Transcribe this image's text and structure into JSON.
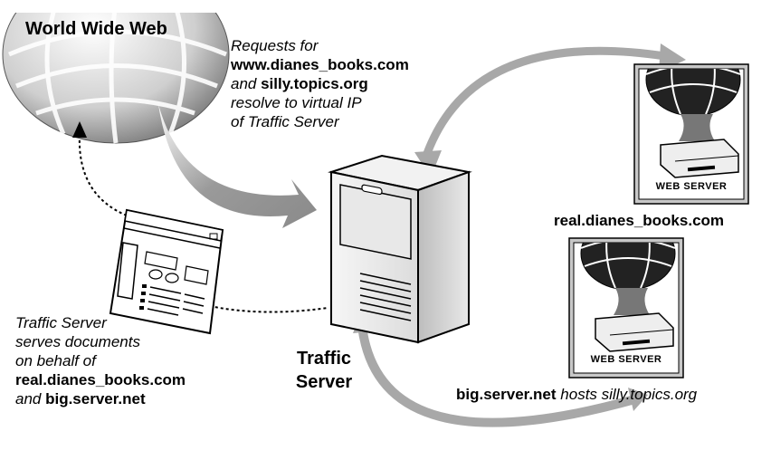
{
  "globe": {
    "title": "World Wide Web"
  },
  "requests_note": {
    "line1": "Requests for",
    "domain1": "www.dianes_books.com",
    "line3_prefix": "and ",
    "domain2": "silly.topics.org",
    "line4": "resolve to virtual IP",
    "line5": "of Traffic Server"
  },
  "traffic_server_note": {
    "line1": "Traffic Server",
    "line2": "serves documents",
    "line3": "on behalf of",
    "origin1": "real.dianes_books.com",
    "line5_prefix": "and ",
    "origin2": "big.server.net"
  },
  "traffic_server": {
    "label_line1": "Traffic",
    "label_line2": "Server"
  },
  "web_server_1": {
    "badge": "WEB SERVER",
    "hostname": "real.dianes_books.com"
  },
  "web_server_2": {
    "badge": "WEB SERVER",
    "hostname": "big.server.net",
    "hosts_text": " hosts silly.topics.org"
  },
  "colors": {
    "arrow_gray": "#a8a8a8",
    "panel_gray": "#c8c8c8",
    "ink": "#000000"
  }
}
